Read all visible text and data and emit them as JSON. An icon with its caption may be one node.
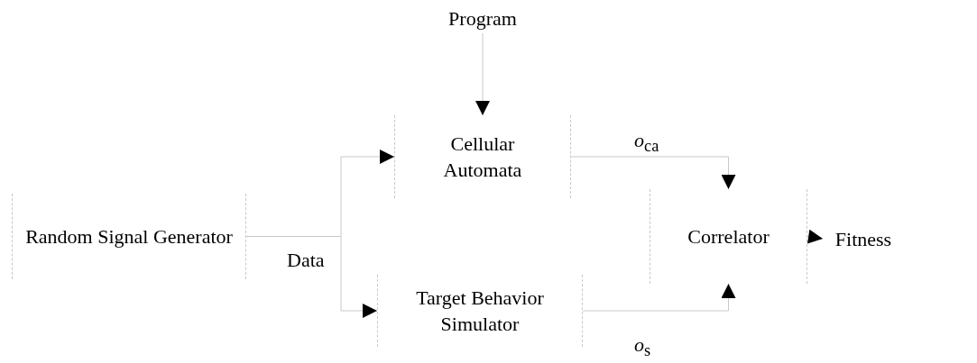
{
  "diagram": {
    "nodes": [
      {
        "text": [
          "Program"
        ]
      },
      {
        "text": [
          "Cellular Automata"
        ]
      },
      {
        "text": [
          "Random Signal Generator"
        ]
      },
      {
        "text": [
          "Target Behavior Simulator"
        ]
      },
      {
        "text": [
          "Correlator"
        ]
      },
      {
        "text": [
          "Fitness"
        ]
      }
    ],
    "edges": [
      {
        "from": 0,
        "to": 1,
        "arrow": "to"
      },
      {
        "from": 2,
        "to": 1,
        "arrow": "to",
        "label": "Data"
      },
      {
        "from": 2,
        "to": 3,
        "arrow": "to"
      },
      {
        "from": 1,
        "to": 4,
        "arrow": "to",
        "label": "*o*$_{ca}$"
      },
      {
        "from": 3,
        "to": 4,
        "arrow": "to",
        "label": "*o*$_{s}$"
      },
      {
        "from": 4,
        "to": 5,
        "arrow": "to"
      }
    ]
  }
}
